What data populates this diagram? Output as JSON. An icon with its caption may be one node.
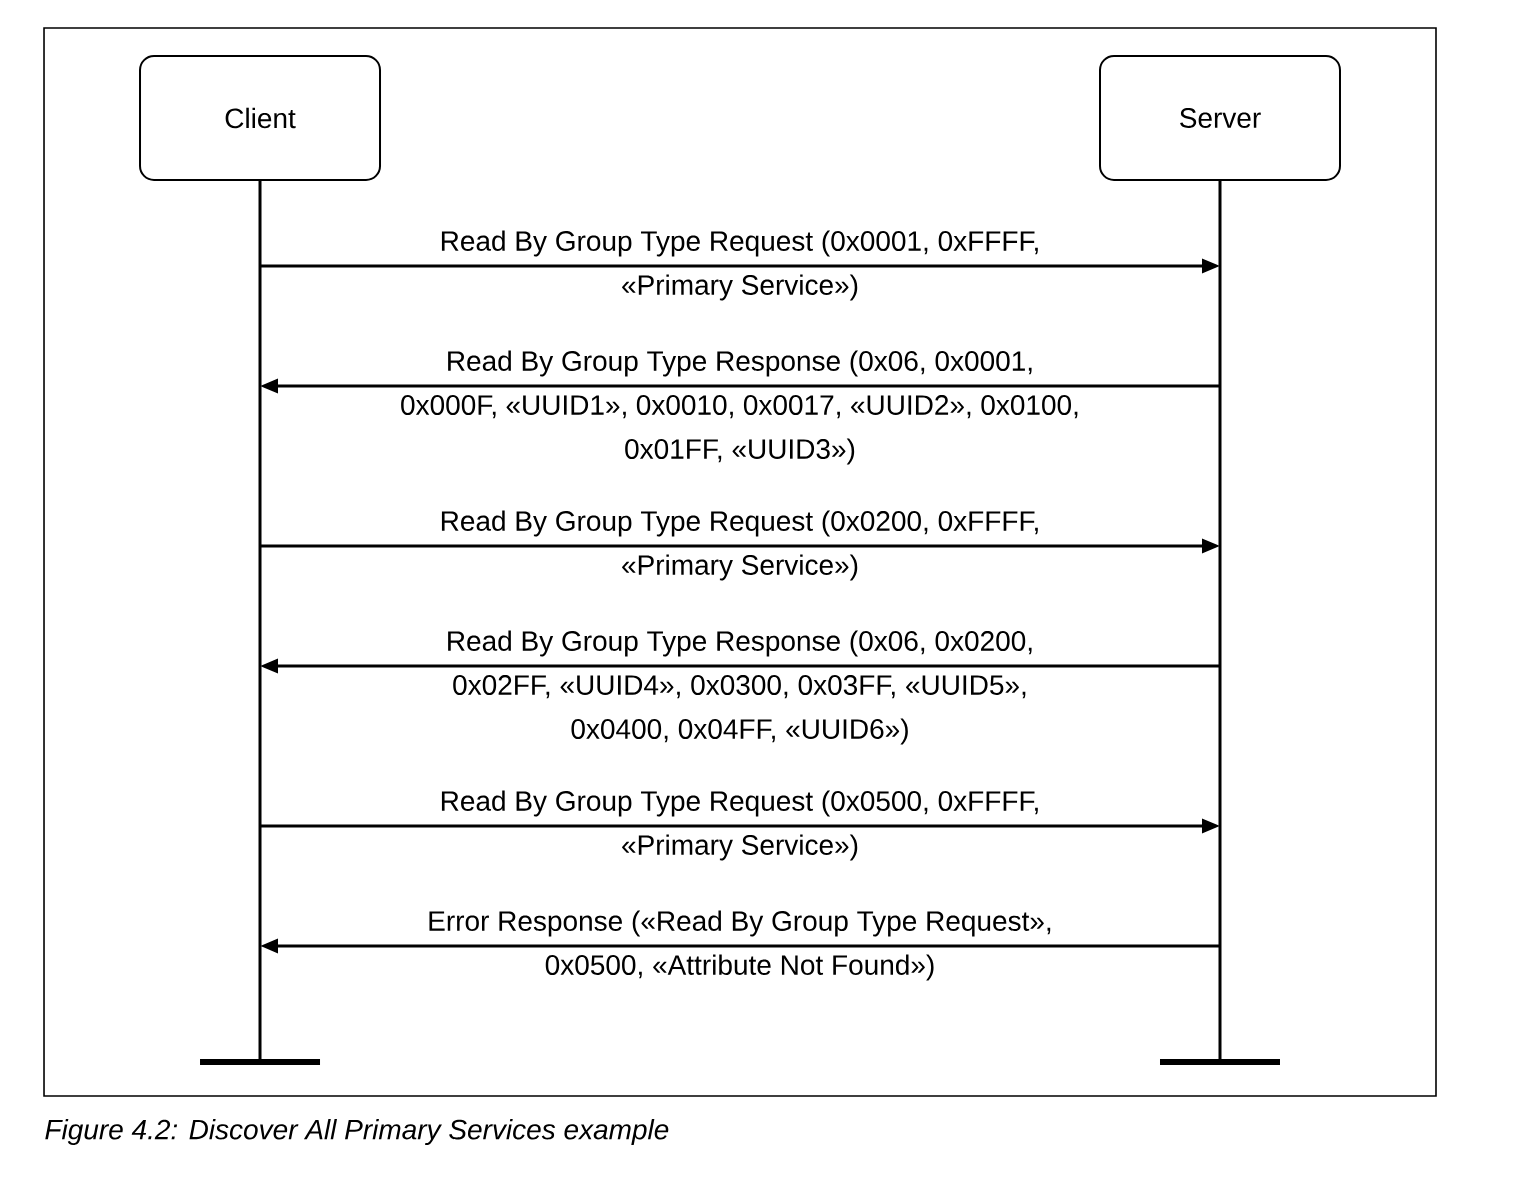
{
  "diagram": {
    "caption": "Figure 4.2:  Discover All Primary Services example",
    "nodes": [
      {
        "text": [
          "Client"
        ]
      },
      {
        "text": [
          "Server"
        ]
      }
    ],
    "edges": [
      {
        "from": 0,
        "to": 1,
        "arrow": "to",
        "label": "Read By Group Type Request (0x0001, 0xFFFF, «Primary Service»)"
      },
      {
        "from": 1,
        "to": 0,
        "arrow": "to",
        "label": "Read By Group Type Response (0x06, 0x0001, 0x000F, «UUID1», 0x0010, 0x0017, «UUID2», 0x0100, 0x01FF, «UUID3»)"
      },
      {
        "from": 0,
        "to": 1,
        "arrow": "to",
        "label": "Read By Group Type Request (0x0200, 0xFFFF, «Primary Service»)"
      },
      {
        "from": 1,
        "to": 0,
        "arrow": "to",
        "label": "Read By Group Type Response (0x06, 0x0200, 0x02FF, «UUID4», 0x0300, 0x03FF, «UUID5», 0x0400, 0x04FF, «UUID6»)"
      },
      {
        "from": 0,
        "to": 1,
        "arrow": "to",
        "label": "Read By Group Type Request (0x0500, 0xFFFF, «Primary Service»)"
      },
      {
        "from": 1,
        "to": 0,
        "arrow": "to",
        "label": "Error Response («Read By Group Type Request», 0x0500, «Attribute Not Found»)"
      }
    ]
  }
}
